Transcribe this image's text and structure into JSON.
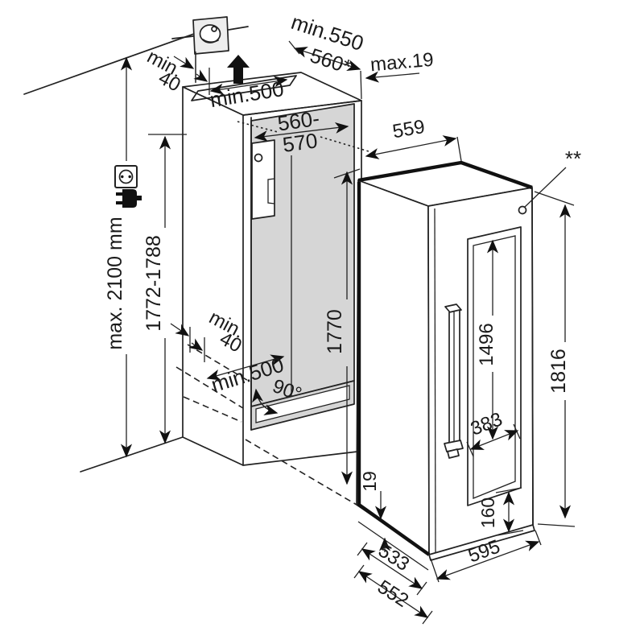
{
  "diagram": {
    "kind": "built-in appliance installation dimension drawing",
    "unit": "mm",
    "colors": {
      "line": "#222222",
      "niche_interior": "#d6d6d6",
      "socket_plate": "#ededed"
    }
  },
  "dims": {
    "ceiling_clearance": "min.550",
    "ceiling_clearance_alt": "560*",
    "top_vent": "min.500",
    "top_rear_gap": [
      "min.",
      "40"
    ],
    "wall_thickness_max": "max.19",
    "niche_width": [
      "560-",
      "570"
    ],
    "top_depth": "559",
    "ceiling_height_max": "max. 2100 mm",
    "niche_height": "1772-1788",
    "niche_inner_height": "1770",
    "bottom_rear_gap": [
      "min.",
      "40"
    ],
    "floor_clearance": "min.500",
    "door_swing_angle": "90°",
    "door_panel_height": "1496",
    "door_panel_width": "383",
    "appliance_height": "1816",
    "door_thickness": "19",
    "panel_bottom_offset": "160",
    "depth_body": "533",
    "depth_total": "552",
    "appliance_width": "595",
    "footnote_marker": "**"
  },
  "icons": {
    "wall_socket_plate": "wall-socket-plate-icon",
    "power_socket": "power-socket-icon",
    "power_plug": "power-plug-icon",
    "vent_arrow": "ventilation-up-arrow-icon",
    "door_sensor": "door-top-marker-circle"
  }
}
